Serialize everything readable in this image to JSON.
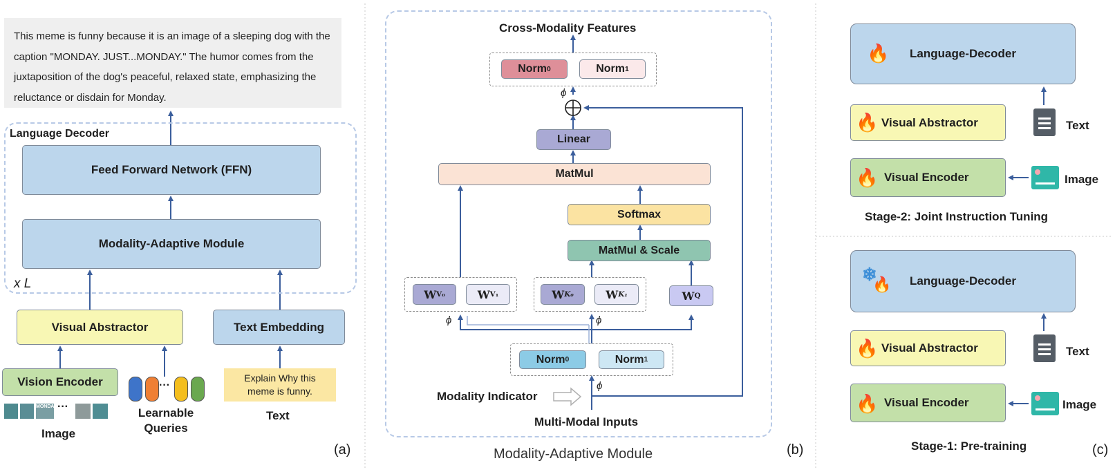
{
  "panel_a": {
    "output_text": "This meme is funny because it is an image of a sleeping dog with the caption \"MONDAY. JUST...MONDAY.\" The humor comes from the juxtaposition of the dog's peaceful, relaxed state, emphasizing the reluctance or disdain for Monday.",
    "decoder_label": "Language Decoder",
    "ffn": "Feed Forward Network (FFN)",
    "mam": "Modality-Adaptive Module",
    "repeat": "x L",
    "visual_abstractor": "Visual Abstractor",
    "text_embedding": "Text Embedding",
    "vision_encoder": "Vision Encoder",
    "image_label": "Image",
    "thumb_text": "MONDAY",
    "dots": "···",
    "queries_label": "Learnable Queries",
    "prompt": "Explain Why this meme is funny.",
    "text_label": "Text",
    "tag": "(a)",
    "query_colors": [
      "#3e74c9",
      "#ef7f34",
      "#f4be1d",
      "#6aa84f"
    ]
  },
  "panel_b": {
    "title": "Cross-Modality Features",
    "norm0": "Norm",
    "norm1": "Norm",
    "sub0": "0",
    "sub1": "1",
    "linear": "Linear",
    "matmul": "MatMul",
    "softmax": "Softmax",
    "matmul_scale": "MatMul & Scale",
    "w": "W",
    "sup_v0": "V₀",
    "sup_v1": "V₁",
    "sup_k0": "K₀",
    "sup_k1": "K₁",
    "sup_q": "Q",
    "phi": "ϕ",
    "plus": "⊕",
    "modality_indicator": "Modality Indicator",
    "inputs": "Multi-Modal Inputs",
    "caption": "Modality-Adaptive Module",
    "tag": "(b)"
  },
  "panel_c": {
    "language_decoder": "Language-Decoder",
    "visual_abstractor": "Visual Abstractor",
    "visual_encoder": "Visual Encoder",
    "text": "Text",
    "image": "Image",
    "stage2": "Stage-2: Joint Instruction Tuning",
    "stage1": "Stage-1: Pre-training",
    "tag": "(c)",
    "flame": "🔥",
    "snow": "❄"
  }
}
